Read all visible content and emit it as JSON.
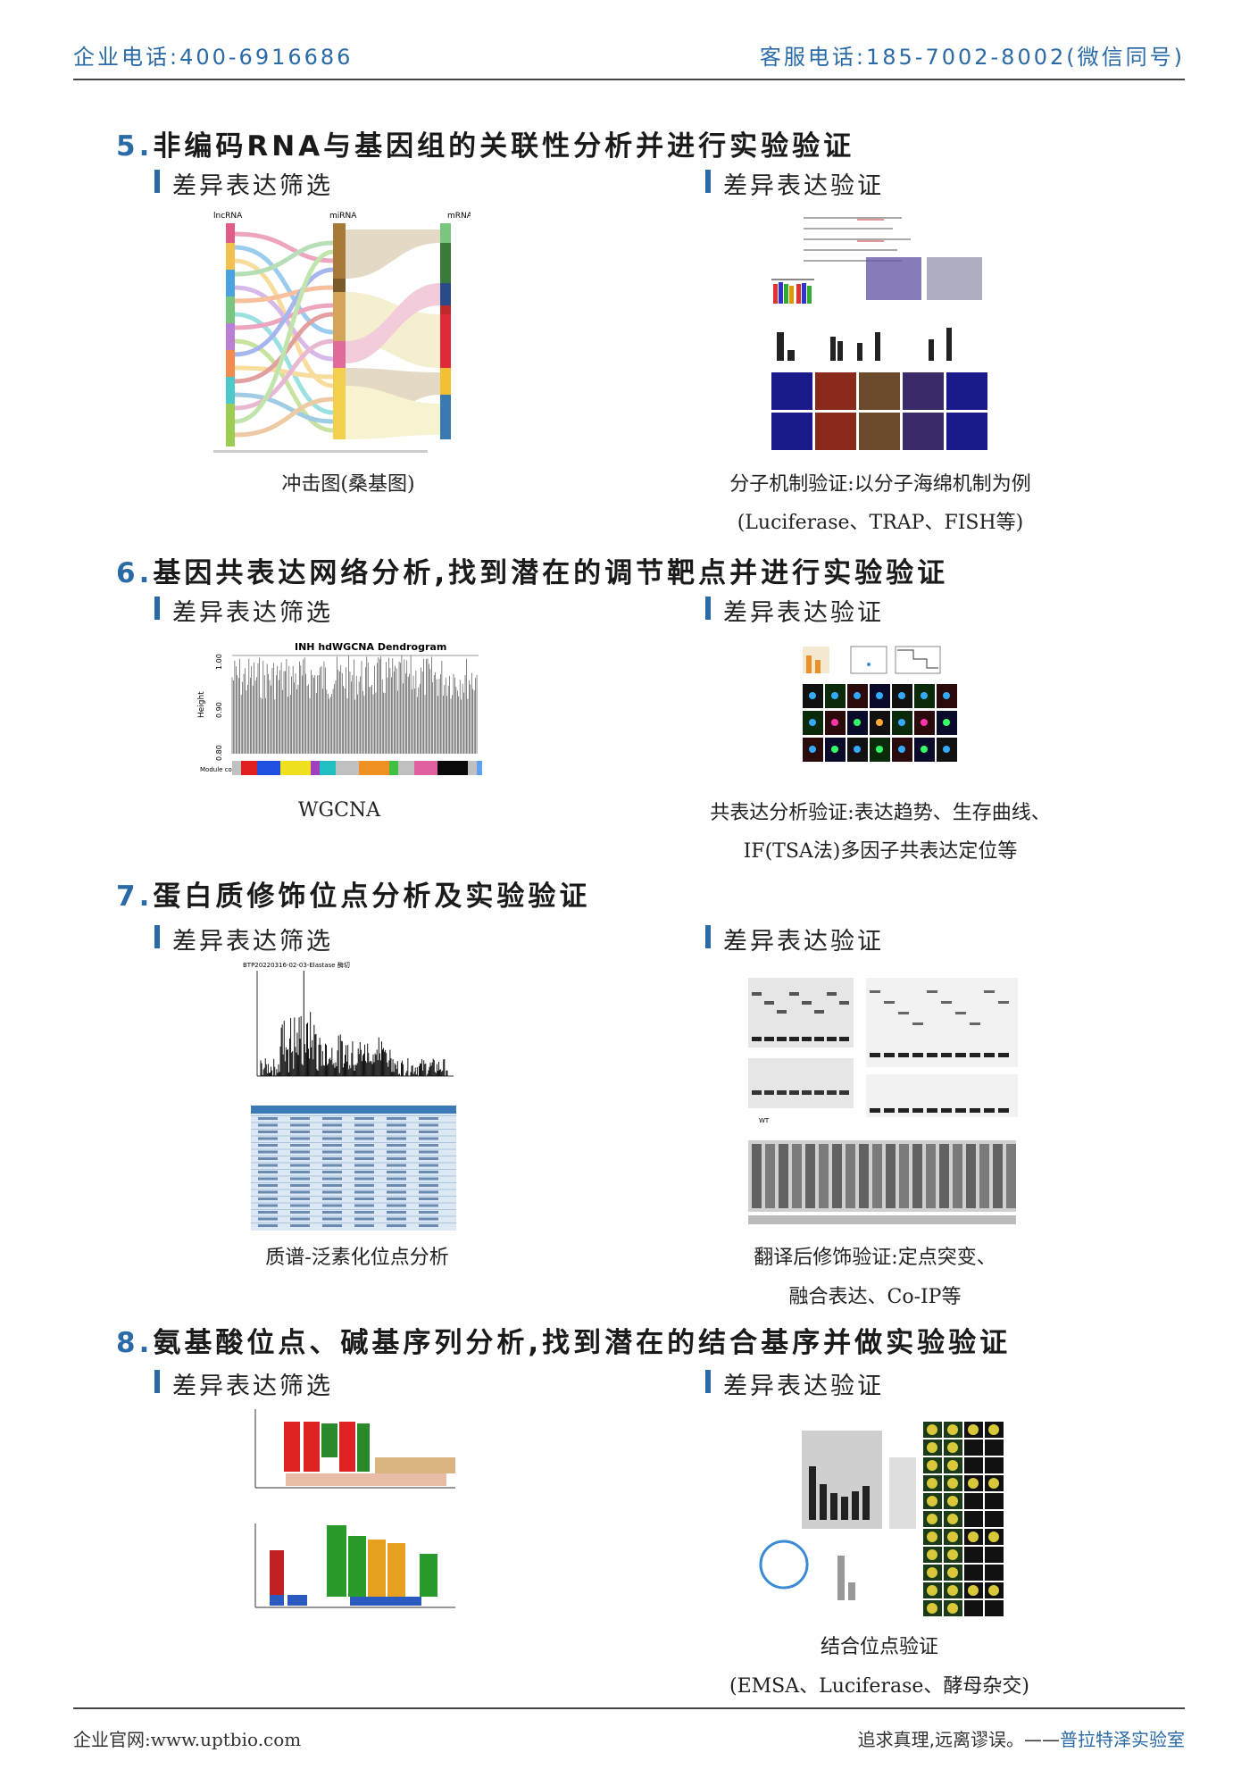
{
  "header": {
    "phone": "企业电话:400-6916686",
    "service": "客服电话:185-7002-8002(微信同号)"
  },
  "sections": [
    {
      "num": "5.",
      "title": "非编码RNA与基因组的关联性分析并进行实验验证",
      "left_sub": "差异表达筛选",
      "right_sub": "差异表达验证",
      "left_cap": [
        "冲击图(桑基图)"
      ],
      "right_cap": [
        "分子机制验证:以分子海绵机制为例",
        "(Luciferase、TRAP、FISH等)"
      ],
      "fig_labels": {
        "lnc": "lncRNA",
        "mirna": "miRNA",
        "mrna": "mRNA"
      }
    },
    {
      "num": "6.",
      "title": "基因共表达网络分析,找到潜在的调节靶点并进行实验验证",
      "left_sub": "差异表达筛选",
      "right_sub": "差异表达验证",
      "left_cap": [
        "WGCNA"
      ],
      "right_cap": [
        "共表达分析验证:表达趋势、生存曲线、",
        "IF(TSA法)多因子共表达定位等"
      ],
      "fig_labels": {
        "title": "INH hdWGCNA Dendrogram",
        "ylabel": "Height",
        "t1": "1.00",
        "t2": "0.90",
        "t3": "0.80",
        "mod": "Module colors"
      }
    },
    {
      "num": "7.",
      "title": "蛋白质修饰位点分析及实验验证",
      "left_sub": "差异表达筛选",
      "right_sub": "差异表达验证",
      "left_cap": [
        "质谱-泛素化位点分析"
      ],
      "right_cap": [
        "翻译后修饰验证:定点突变、",
        "融合表达、Co-IP等"
      ],
      "fig_labels": {
        "ms": "BTP20220316-02-03-Elastase 酶切",
        "wt": "WT"
      }
    },
    {
      "num": "8.",
      "title": "氨基酸位点、碱基序列分析,找到潜在的结合基序并做实验验证",
      "left_sub": "差异表达筛选",
      "right_sub": "差异表达验证",
      "left_cap": [],
      "right_cap": [
        "结合位点验证",
        "(EMSA、Luciferase、酵母杂交)"
      ],
      "fig_labels": {}
    }
  ],
  "footer": {
    "site": "企业官网:www.uptbio.com",
    "motto": "追求真理,远离谬误。——",
    "lab": "普拉特泽实验室"
  }
}
